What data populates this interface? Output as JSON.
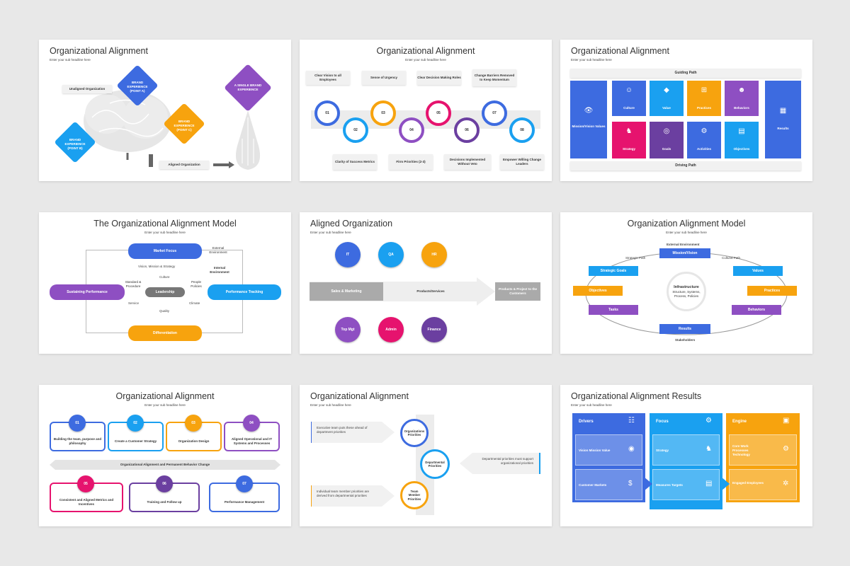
{
  "subhead": "Enter your sub headline here",
  "s1": {
    "title": "Organizational Alignment",
    "unaligned": "Unaligned Organization",
    "bA": "BRAND EXPERIENCE (POINT A)",
    "bB": "BRAND EXPERIENCE (POINT B)",
    "bC": "BRAND EXPERIENCE (POINT C)",
    "single": "A SINGLE BRAND EXPERIENCE",
    "aligned": "Aligned Organization"
  },
  "s2": {
    "title": "Organizational Alignment",
    "top": [
      "Clear Vision to all Employees",
      "Sense of Urgency",
      "Clear Decision Making Roles",
      "Change Barriers Removed to Keep Momentum"
    ],
    "topnums": [
      "01",
      "03",
      "05",
      "07"
    ],
    "bottom": [
      "Clarity of Success Metrics",
      "Firm Priorities (2-3)",
      "Decisions Implemented Without Veto",
      "Empower Willing Change Leaders"
    ],
    "botnums": [
      "02",
      "04",
      "06",
      "08"
    ]
  },
  "s3": {
    "title": "Organizational Alignment",
    "guiding": "Guiding Path",
    "driving": "Driving Path",
    "mission": "Mission/Vision Values",
    "results": "Results",
    "row1": [
      "Culture",
      "Value",
      "Practices",
      "Behaviors"
    ],
    "row2": [
      "Strategy",
      "Goals",
      "Activities",
      "Objectives"
    ]
  },
  "s4": {
    "title": "The Organizational Alignment Model",
    "market": "Market Focus",
    "sustain": "Sustaining Performance",
    "perf": "Performance Tracking",
    "diff": "Differentiation",
    "leader": "Leadership",
    "vision": "Vision, Mission & Strategy",
    "culture": "Culture",
    "standard": "Standard & Procedure",
    "people": "People Policies",
    "service": "Service",
    "climate": "Climate",
    "quality": "Quality",
    "external": "External Environment",
    "internal": "Internal Environment"
  },
  "s5": {
    "title": "Aligned Organization",
    "top": [
      "IT",
      "QA",
      "HR"
    ],
    "bottom": [
      "Top Mgt",
      "Admin",
      "Finance"
    ],
    "sales": "Sales & Marketing",
    "products": "Products/Services",
    "result": "Products & Project to the Customers"
  },
  "s6": {
    "title": "Organization Alignment Model",
    "extenv": "External Environment",
    "mission": "Mission/Vision",
    "strategic": "Strategic Path",
    "cultural": "Cultural Path",
    "left": [
      "Strategic Goals",
      "Objectives",
      "Tasks"
    ],
    "right": [
      "Values",
      "Practices",
      "Behaviors"
    ],
    "infra": "Infrastructure",
    "infrasub": "Structure, Systems, Process, Policies",
    "results": "Results",
    "stake": "Stakeholders"
  },
  "s7": {
    "title": "Organizational Alignment",
    "nums": [
      "01",
      "02",
      "03",
      "04"
    ],
    "items": [
      "Building the team, purpose and philosophy",
      "Create a Customer Strategy",
      "Organization Design",
      "Aligned Operational and IT Systems and Processes"
    ],
    "banner": "Organizational Alignment and Permanent Behavior Change",
    "nums2": [
      "05",
      "06",
      "07"
    ],
    "items2": [
      "Consistent and Aligned Metrics and Incentives",
      "Training and Follow up",
      "Performance Management"
    ]
  },
  "s8": {
    "title": "Organizational Alignment",
    "t1": "Executive team puts these ahead of department priorities",
    "t2": "Departmental priorities must support organizational priorities",
    "t3": "Individual team member priorities are derived from departmental priorities",
    "c1": "Organizations Priorities",
    "c2": "Departmental Priorities",
    "c3": "Team Member Priorities"
  },
  "s9": {
    "title": "Organizational Alignment Results",
    "cols": [
      "Drivers",
      "Focus",
      "Engine"
    ],
    "drivers": [
      "Vision Mission Value",
      "Customer Markets"
    ],
    "focus": [
      "Strategy",
      "Measures Targets"
    ],
    "engine": [
      "Core Work Processes Technology",
      "Engaged Employees"
    ]
  },
  "colors": {
    "blue": "#3d6be0",
    "purple": "#8e4fc2",
    "orange": "#f7a30e",
    "pink": "#e6136e",
    "sky": "#1aa0f0",
    "dpurple": "#6b3fa0"
  }
}
